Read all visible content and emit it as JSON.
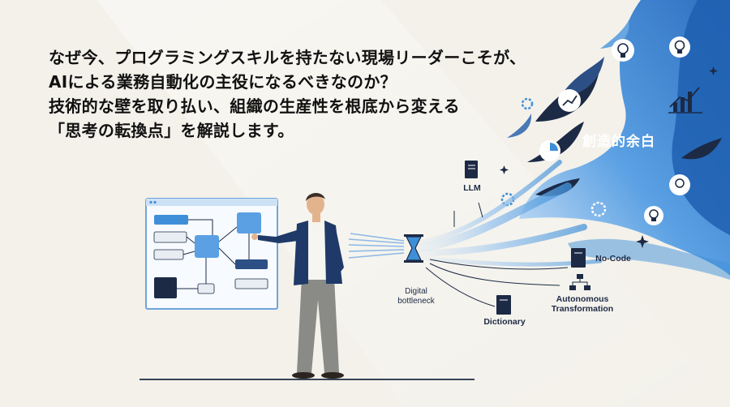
{
  "headline": {
    "line1": "なぜ今、プログラミングスキルを持たない現場リーダーこそが、",
    "line2": "AIによる業務自動化の主役になるべきなのか？",
    "line3": "技術的な壁を取り払い、組織の生産性を根底から変える",
    "line4": "「思考の転換点」を解説します。"
  },
  "labels": {
    "llm": "LLM",
    "digital_bottleneck_1": "Digital",
    "digital_bottleneck_2": "bottleneck",
    "no_code": "No-Code",
    "autonomous_1": "Autonomous",
    "autonomous_2": "Transformation",
    "dictionary": "Dictionary",
    "creative_margin": "創造的余白"
  },
  "icons": [
    "lightbulb-icon",
    "brain-icon",
    "bar-chart-icon",
    "gear-icon",
    "book-icon",
    "hourglass-icon",
    "network-icon",
    "leaf-icon"
  ],
  "colors": {
    "accent_blue": "#3f8fd8",
    "navy": "#1c2a45",
    "background": "#f3f1ea"
  }
}
